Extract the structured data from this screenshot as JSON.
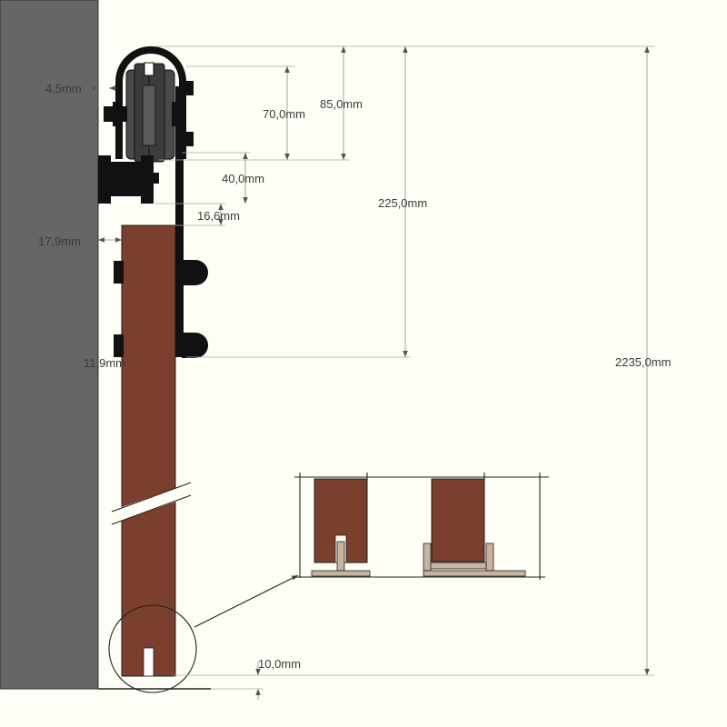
{
  "colors": {
    "background": "#fefef6",
    "wall": "#666666",
    "door": "#7a3f2d",
    "hardware": "#111111",
    "wheel": "#4a4a4a",
    "floor_guide": "#c6b3a0",
    "dimension": "#8a8a8a",
    "text": "#3a3a3a"
  },
  "dimensions": {
    "wall_gap_top": "4,5mm",
    "wheel_height": "70,0mm",
    "hanger_height": "85,0mm",
    "track_to_door": "40,0mm",
    "bracket_gap": "16,6mm",
    "wall_to_door": "17,9mm",
    "door_thickness": "11,9mm",
    "hardware_total": "225,0mm",
    "total_height": "2235,0mm",
    "floor_clearance": "10,0mm"
  }
}
